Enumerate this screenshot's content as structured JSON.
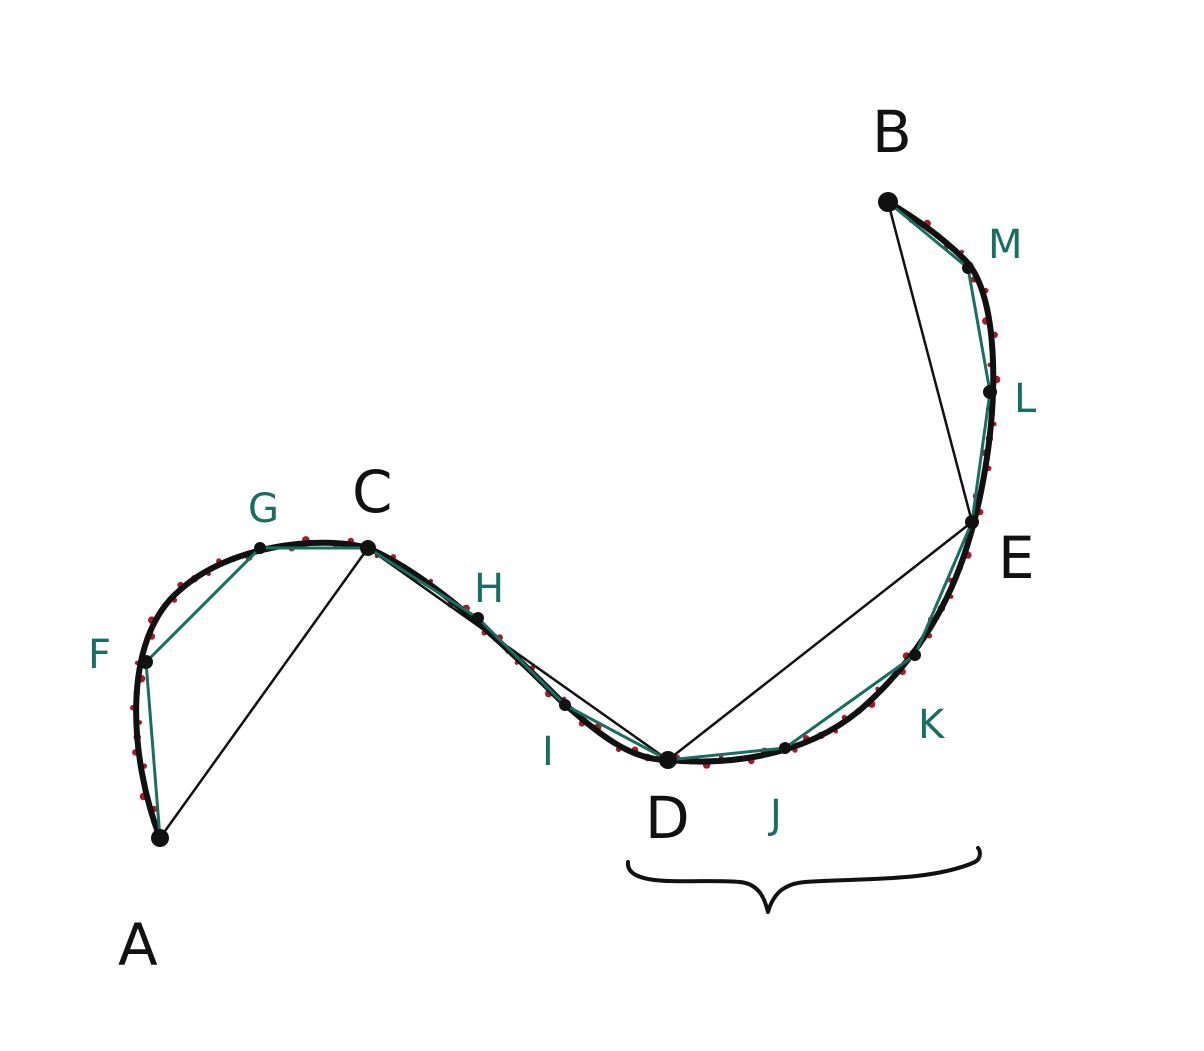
{
  "labels": {
    "A": "A",
    "B": "B",
    "C": "C",
    "D": "D",
    "E": "E",
    "F": "F",
    "G": "G",
    "H": "H",
    "I": "I",
    "J": "J",
    "K": "K",
    "L": "L",
    "M": "M"
  },
  "colors": {
    "curve": "#111111",
    "chords": "#111111",
    "refined_chords": "#16705f",
    "sample_dots": "#b0182a",
    "sub_labels": "#16705f",
    "main_labels": "#111111"
  }
}
